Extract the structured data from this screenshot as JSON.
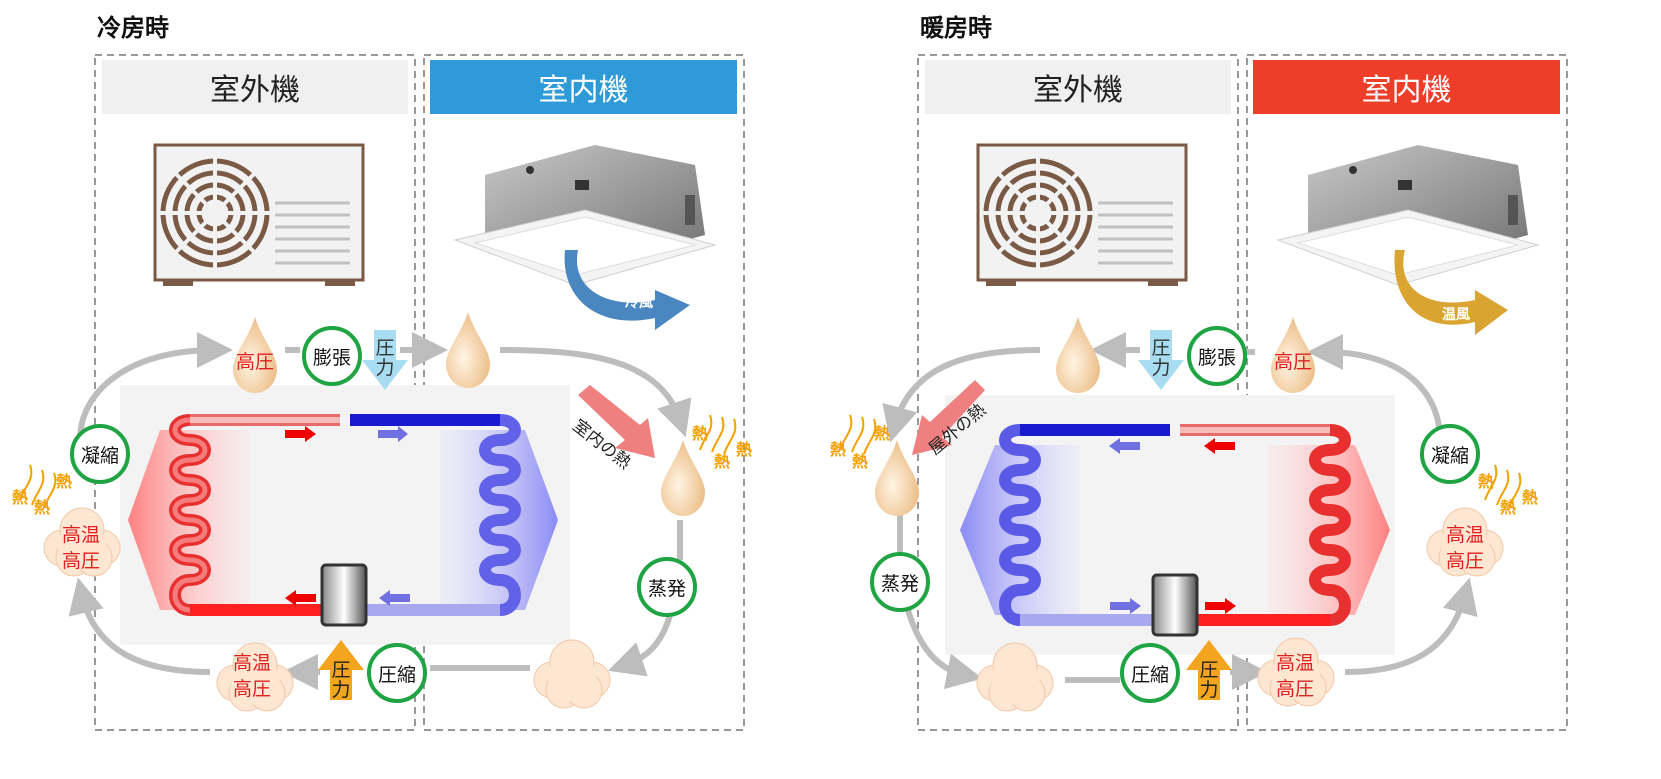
{
  "panels": {
    "cooling": {
      "title": "冷房時",
      "outdoor_label": "室外機",
      "indoor_label": "室内機",
      "indoor_color": "#2e9bd8",
      "air_label": "冷風",
      "heat_flow_label": "室内の熱",
      "expansion_label": "膨張",
      "compression_label": "圧縮",
      "condensation_label": "凝縮",
      "evaporation_label": "蒸発",
      "high_pressure": "高圧",
      "high_temp_1": "高温",
      "high_pressure_1": "高圧",
      "high_temp_2": "高温",
      "high_pressure_2": "高圧",
      "pressure_1": "圧",
      "pressure_2": "力",
      "heat": "熱"
    },
    "heating": {
      "title": "暖房時",
      "outdoor_label": "室外機",
      "indoor_label": "室内機",
      "indoor_color": "#ee3e2a",
      "air_label": "温風",
      "heat_flow_label": "屋外の熱",
      "expansion_label": "膨張",
      "compression_label": "圧縮",
      "condensation_label": "凝縮",
      "evaporation_label": "蒸発",
      "high_pressure": "高圧",
      "high_temp_1": "高温",
      "high_pressure_1": "高圧",
      "high_temp_2": "高温",
      "high_pressure_2": "高圧",
      "pressure_1": "圧",
      "pressure_2": "力",
      "heat": "熱"
    }
  }
}
